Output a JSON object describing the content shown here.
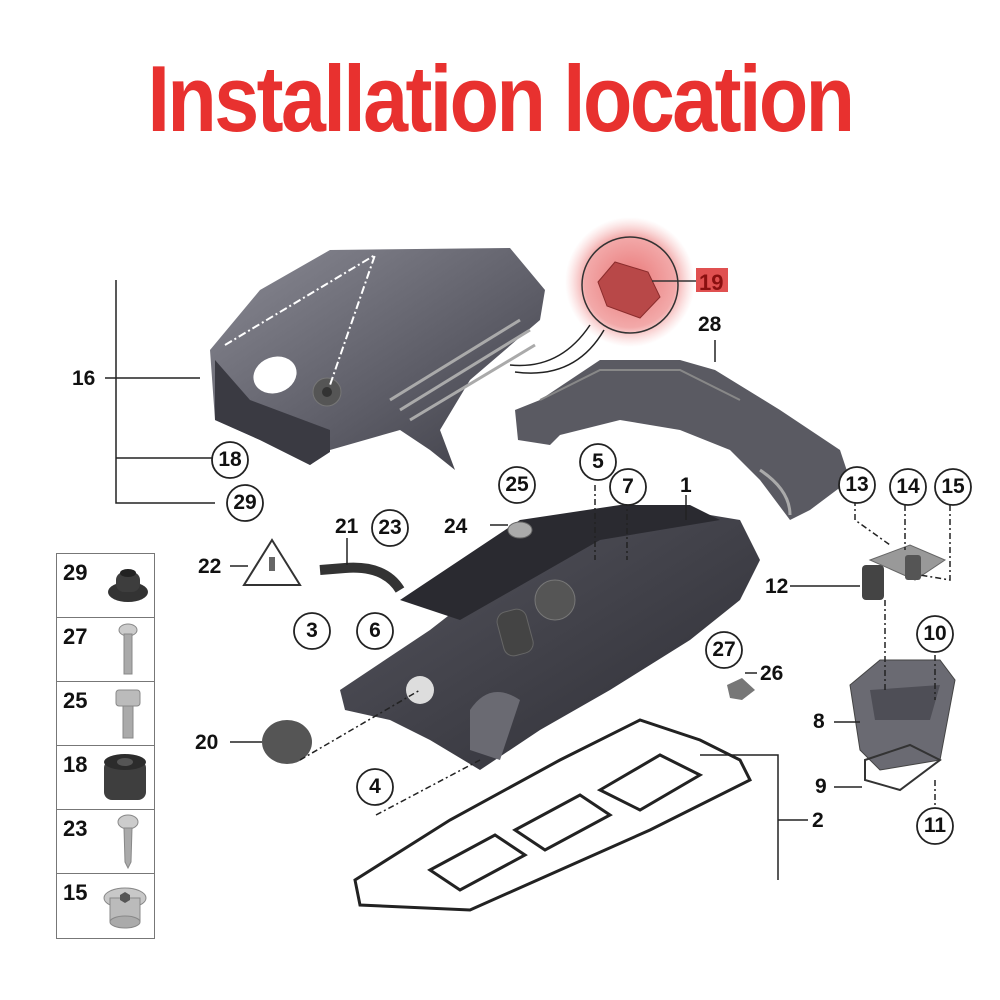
{
  "title": "Installation location",
  "colors": {
    "title": "#e8312f",
    "highlight": "#e45a5a",
    "part_dark": "#3d3d45",
    "part_mid": "#6b6b75",
    "line": "#222222"
  },
  "highlight": {
    "part_number": "19",
    "description": "highlighted part in red circle"
  },
  "callouts": {
    "c1": "1",
    "c2": "2",
    "c3": "3",
    "c4": "4",
    "c5": "5",
    "c6": "6",
    "c7": "7",
    "c8": "8",
    "c9": "9",
    "c10": "10",
    "c11": "11",
    "c12": "12",
    "c13": "13",
    "c14": "14",
    "c15": "15",
    "c16": "16",
    "c18": "18",
    "c19": "19",
    "c20": "20",
    "c21": "21",
    "c22": "22",
    "c23": "23",
    "c24": "24",
    "c25": "25",
    "c26": "26",
    "c27": "27",
    "c28": "28",
    "c29": "29"
  },
  "legend": {
    "items": [
      {
        "number": "29",
        "icon": "rubber-grommet"
      },
      {
        "number": "27",
        "icon": "round-head-screw"
      },
      {
        "number": "25",
        "icon": "hex-bolt"
      },
      {
        "number": "18",
        "icon": "rubber-bushing"
      },
      {
        "number": "23",
        "icon": "self-tapping-screw"
      },
      {
        "number": "15",
        "icon": "hex-socket-plug"
      }
    ]
  }
}
